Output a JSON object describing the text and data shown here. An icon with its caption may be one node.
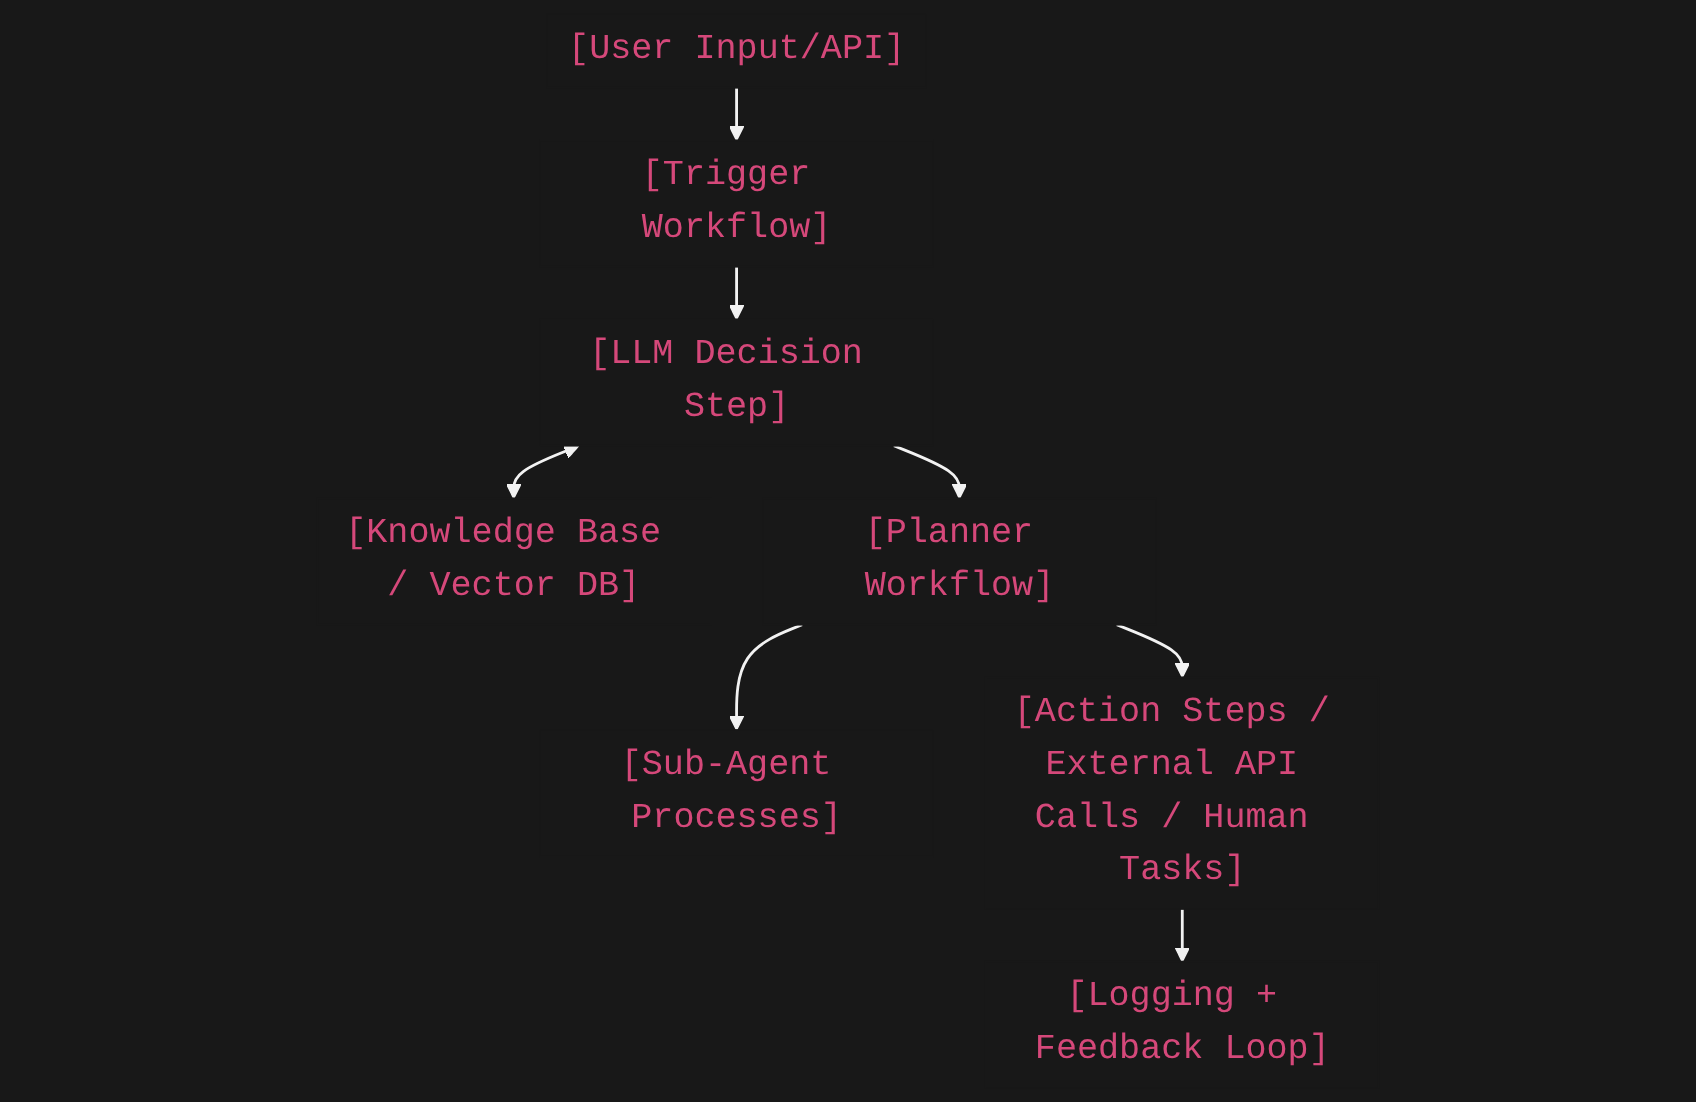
{
  "diagram": {
    "nodes": [
      {
        "text": [
          "[User Input/API]"
        ]
      },
      {
        "text": [
          "[Trigger Workflow]"
        ]
      },
      {
        "text": [
          "[LLM Decision Step]"
        ]
      },
      {
        "text": [
          "[Knowledge Base / Vector DB]"
        ]
      },
      {
        "text": [
          "[Planner Workflow]"
        ]
      },
      {
        "text": [
          "[Sub-Agent Processes]"
        ]
      },
      {
        "text": [
          "[Action Steps / External API Calls / Human Tasks]"
        ]
      },
      {
        "text": [
          "[Logging + Feedback Loop]"
        ]
      }
    ],
    "edges": [
      {
        "from": 0,
        "to": 1,
        "arrow": "to"
      },
      {
        "from": 1,
        "to": 2,
        "arrow": "to"
      },
      {
        "from": 2,
        "to": 3,
        "arrow": "both"
      },
      {
        "from": 2,
        "to": 4,
        "arrow": "to"
      },
      {
        "from": 4,
        "to": 5,
        "arrow": "to"
      },
      {
        "from": 4,
        "to": 6,
        "arrow": "to"
      },
      {
        "from": 6,
        "to": 7,
        "arrow": "to"
      }
    ]
  }
}
